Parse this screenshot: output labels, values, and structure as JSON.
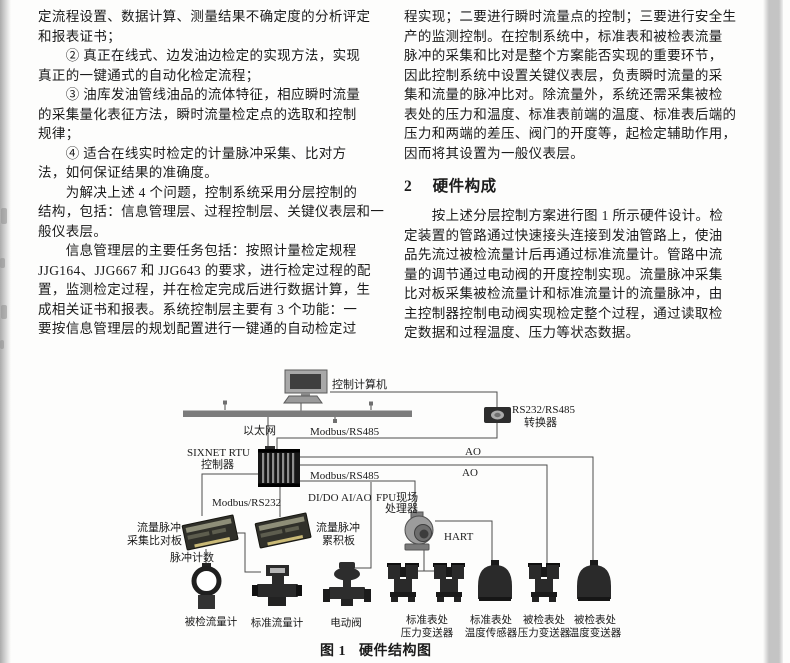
{
  "text": {
    "left_lines": [
      "定流程设置、数据计算、测量结果不确定度的分析评定",
      "和报表证书；",
      "　　② 真正在线式、边发油边检定的实现方法，实现",
      "真正的一键通式的自动化检定流程；",
      "　　③ 油库发油管线油品的流体特征，相应瞬时流量",
      "的采集量化表征方法，瞬时流量检定点的选取和控制",
      "规律；",
      "　　④ 适合在线实时检定的计量脉冲采集、比对方",
      "法，如何保证结果的准确度。",
      "　　为解决上述 4 个问题，控制系统采用分层控制的",
      "结构，包括：信息管理层、过程控制层、关键仪表层和一",
      "般仪表层。",
      "　　信息管理层的主要任务包括：按照计量检定规程",
      "JJG164、JJG667 和 JJG643 的要求，进行检定过程的配",
      "置，监测检定过程，并在检定完成后进行数据计算，生",
      "成相关证书和报表。系统控制层主要有 3 个功能：一",
      "要按信息管理层的规划配置进行一键通的自动检定过"
    ],
    "right_lines_top": [
      "程实现；二要进行瞬时流量点的控制；三要进行安全生",
      "产的监测控制。在控制系统中，标准表和被检表流量",
      "脉冲的采集和比对是整个方案能否实现的重要环节，",
      "因此控制系统中设置关键仪表层，负责瞬时流量的采",
      "集和流量的脉冲比对。除流量外，系统还需采集被检",
      "表处的压力和温度、标准表前端的温度、标准表后端的",
      "压力和两端的差压、阀门的开度等，起检定辅助作用，",
      "因而将其设置为一般仪表层。"
    ],
    "heading": {
      "number": "2",
      "title": "硬件构成"
    },
    "right_lines_bottom": [
      "　　按上述分层控制方案进行图 1 所示硬件设计。检",
      "定装置的管路通过快速接头连接到发油管路上，使油",
      "品先流过被检流量计后再通过标准流量计。管路中流",
      "量的调节通过电动阀的开度控制实现。流量脉冲采集",
      "比对板采集被检流量计和标准流量计的流量脉冲，由",
      "主控制器控制电动阀实现检定整个过程，通过读取检",
      "定数据和过程温度、压力等状态数据。"
    ]
  },
  "figure": {
    "caption_label": "图 1",
    "caption_title": "硬件结构图",
    "labels": {
      "computer": "控制计算机",
      "ethernet": "以太网",
      "modbus_rs485_bus": "Modbus/RS485",
      "converter_line1": "RS232/RS485",
      "converter_line2": "转换器",
      "rtu_line1": "SIXNET RTU",
      "rtu_line2": "控制器",
      "ao_1": "AO",
      "ao_2": "AO",
      "modbus_rs485_fpu": "Modbus/RS485",
      "modbus_rs232": "Modbus/RS232",
      "di_do": "DI/DO",
      "ai_ao": "AI/AO",
      "fpu_line1": "FPU现场",
      "fpu_line2": "处理器",
      "board1_line1": "流量脉冲",
      "board1_line2": "采集比对板",
      "board2_line1": "流量脉冲",
      "board2_line2": "累积板",
      "pulse_count": "脉冲计数",
      "hart": "HART",
      "dev_checked_meter": "被检流量计",
      "dev_standard_meter": "标准流量计",
      "dev_valve": "电动阀",
      "dev_std_pressure_1": "标准表处",
      "dev_std_pressure_2": "压力变送器",
      "dev_std_temp_1": "标准表处",
      "dev_std_temp_2": "温度传感器",
      "dev_chk_pressure_1": "被检表处",
      "dev_chk_pressure_2": "压力变送器",
      "dev_chk_temp_1": "被检表处",
      "dev_chk_temp_2": "温度变送器"
    }
  }
}
